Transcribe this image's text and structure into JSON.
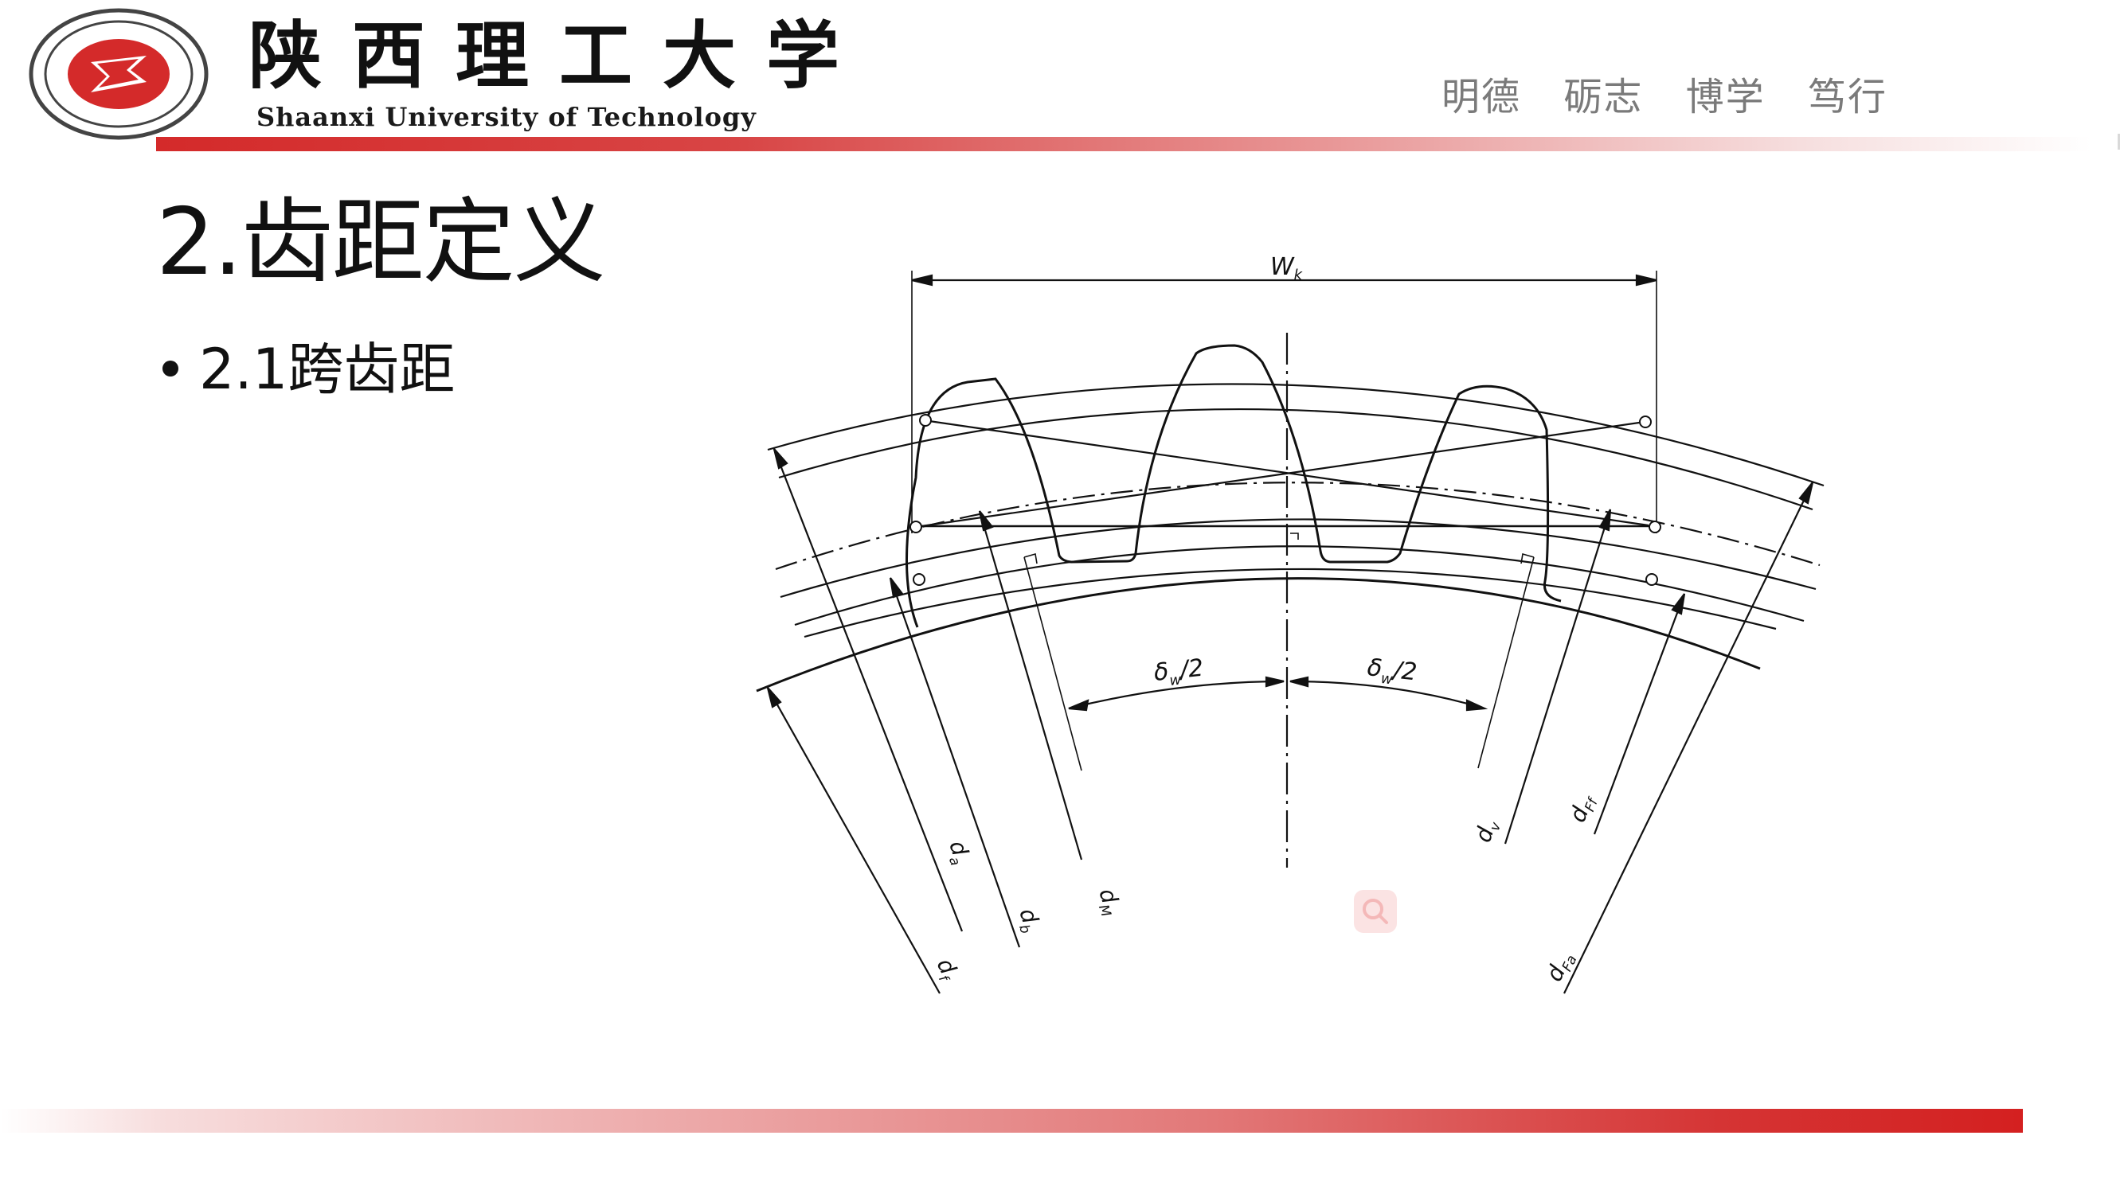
{
  "header": {
    "university_name_cn": "陕西理工大学",
    "university_name_en": "Shaanxi University of Technology",
    "motto": [
      "明德",
      "砺志",
      "博学",
      "笃行"
    ],
    "accent_color": "#d42a2a"
  },
  "slide": {
    "title": "2.齿距定义",
    "bullets": [
      "2.1跨齿距"
    ]
  },
  "figure": {
    "labels": {
      "wk": "W",
      "wk_sub": "k",
      "delta_left": "δ",
      "delta_left_sub": "w",
      "delta_left_tail": "/2",
      "delta_right": "δ",
      "delta_right_sub": "w",
      "delta_right_tail": "/2",
      "da": "d",
      "da_sub": "a",
      "db": "d",
      "db_sub": "b",
      "df": "d",
      "df_sub": "f",
      "dm": "d",
      "dm_sub": "M",
      "dv": "d",
      "dv_sub": "v",
      "dff": "d",
      "dff_sub": "Ff",
      "dfa": "d",
      "dfa_sub": "Fa"
    }
  },
  "icons": {
    "seal": "university-seal-icon",
    "zoom": "zoom-icon"
  }
}
